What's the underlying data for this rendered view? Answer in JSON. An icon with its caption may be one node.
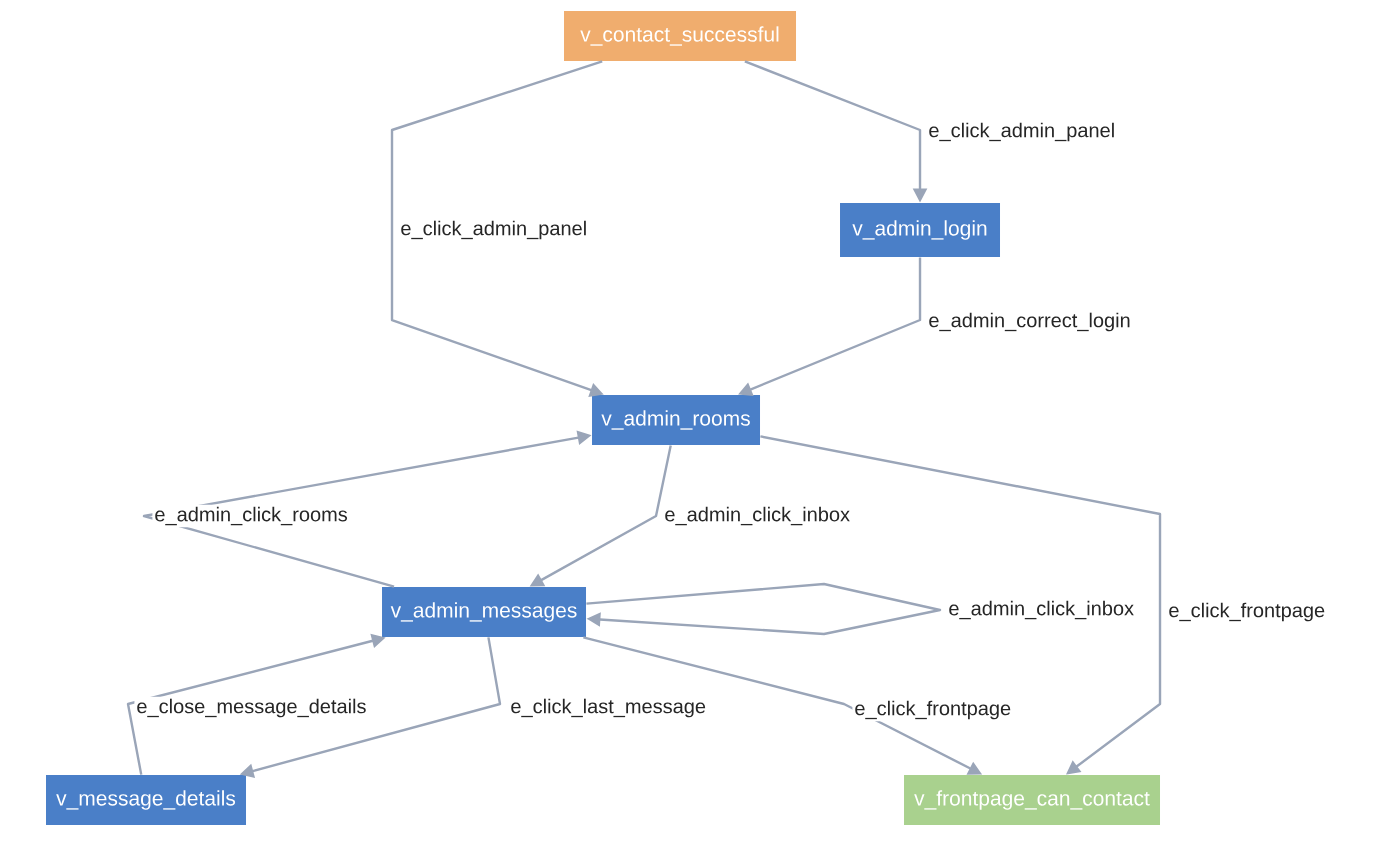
{
  "diagram": {
    "nodes": [
      {
        "text": [
          "v_contact_successful"
        ]
      },
      {
        "text": [
          "v_admin_login"
        ]
      },
      {
        "text": [
          "v_admin_rooms"
        ]
      },
      {
        "text": [
          "v_admin_messages"
        ]
      },
      {
        "text": [
          "v_message_details"
        ]
      },
      {
        "text": [
          "v_frontpage_can_contact"
        ]
      }
    ],
    "edges": [
      {
        "from": 0,
        "to": 2,
        "arrow": "to",
        "label": "e_click_admin_panel"
      },
      {
        "from": 0,
        "to": 1,
        "arrow": "to",
        "label": "e_click_admin_panel"
      },
      {
        "from": 1,
        "to": 2,
        "arrow": "to",
        "label": "e_admin_correct_login"
      },
      {
        "from": 2,
        "to": 3,
        "arrow": "to",
        "label": "e_admin_click_inbox"
      },
      {
        "from": 3,
        "to": 2,
        "arrow": "to",
        "label": "e_admin_click_rooms"
      },
      {
        "from": 3,
        "to": 3,
        "arrow": "to",
        "label": "e_admin_click_inbox"
      },
      {
        "from": 2,
        "to": 5,
        "arrow": "to",
        "label": "e_click_frontpage"
      },
      {
        "from": 3,
        "to": 5,
        "arrow": "to",
        "label": "e_click_frontpage"
      },
      {
        "from": 3,
        "to": 4,
        "arrow": "to",
        "label": "e_click_last_message"
      },
      {
        "from": 4,
        "to": 3,
        "arrow": "to",
        "label": "e_close_message_details"
      }
    ]
  }
}
